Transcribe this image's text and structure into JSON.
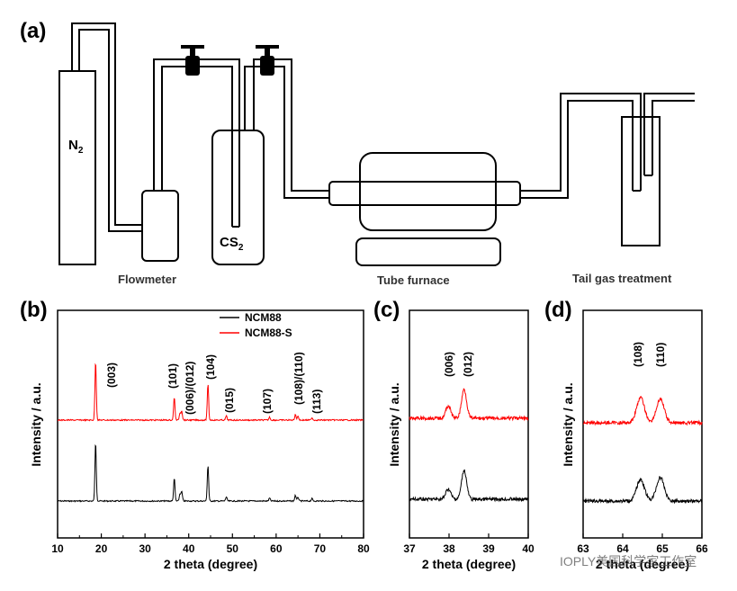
{
  "panels": {
    "a": "(a)",
    "b": "(b)",
    "c": "(c)",
    "d": "(d)"
  },
  "schematic": {
    "n2": "N",
    "n2_sub": "2",
    "cs2": "CS",
    "cs2_sub": "2",
    "flowmeter": "Flowmeter",
    "tube_furnace": "Tube furnace",
    "tail_gas": "Tail gas treatment"
  },
  "watermark": "IOPLY美国科学家工作室",
  "chart_data": [
    {
      "id": "b",
      "type": "line",
      "title": "",
      "xlabel": "2 theta (degree)",
      "ylabel": "Intensity / a.u.",
      "xlim": [
        10,
        80
      ],
      "xticks": [
        10,
        20,
        30,
        40,
        50,
        60,
        70,
        80
      ],
      "legend": {
        "placement": "top-right"
      },
      "colors": {
        "NCM88": "#000000",
        "NCM88-S": "#ff0000"
      },
      "series": [
        {
          "name": "NCM88",
          "peaks": [
            [
              18.7,
              1.0
            ],
            [
              36.7,
              0.38
            ],
            [
              38.0,
              0.12
            ],
            [
              38.4,
              0.16
            ],
            [
              44.4,
              0.6
            ],
            [
              48.6,
              0.07
            ],
            [
              58.5,
              0.05
            ],
            [
              64.4,
              0.1
            ],
            [
              65.0,
              0.07
            ],
            [
              68.2,
              0.04
            ]
          ]
        },
        {
          "name": "NCM88-S",
          "peaks": [
            [
              18.7,
              1.0
            ],
            [
              36.7,
              0.38
            ],
            [
              38.0,
              0.12
            ],
            [
              38.4,
              0.16
            ],
            [
              44.4,
              0.6
            ],
            [
              48.6,
              0.07
            ],
            [
              58.5,
              0.05
            ],
            [
              64.4,
              0.1
            ],
            [
              65.0,
              0.07
            ],
            [
              68.2,
              0.04
            ]
          ]
        }
      ],
      "annotations": [
        "(003)",
        "(101)",
        "(006)/(012)",
        "(104)",
        "(015)",
        "(107)",
        "(108)/(110)",
        "(113)"
      ]
    },
    {
      "id": "c",
      "type": "line",
      "title": "",
      "xlabel": "2 theta (degree)",
      "ylabel": "Intensity / a.u.",
      "xlim": [
        37,
        40
      ],
      "xticks": [
        37,
        38,
        39,
        40
      ],
      "series": [
        {
          "name": "NCM88",
          "peaks": [
            [
              37.98,
              0.25
            ],
            [
              38.38,
              0.7
            ]
          ]
        },
        {
          "name": "NCM88-S",
          "peaks": [
            [
              37.98,
              0.3
            ],
            [
              38.38,
              0.7
            ]
          ]
        }
      ],
      "annotations": [
        "(006)",
        "(012)"
      ]
    },
    {
      "id": "d",
      "type": "line",
      "title": "",
      "xlabel": "2 theta (degree)",
      "ylabel": "Intensity / a.u.",
      "xlim": [
        63,
        66
      ],
      "xticks": [
        63,
        64,
        65,
        66
      ],
      "series": [
        {
          "name": "NCM88",
          "peaks": [
            [
              64.45,
              0.6
            ],
            [
              64.95,
              0.65
            ]
          ]
        },
        {
          "name": "NCM88-S",
          "peaks": [
            [
              64.45,
              0.7
            ],
            [
              64.95,
              0.65
            ]
          ]
        }
      ],
      "annotations": [
        "(108)",
        "(110)"
      ]
    }
  ]
}
